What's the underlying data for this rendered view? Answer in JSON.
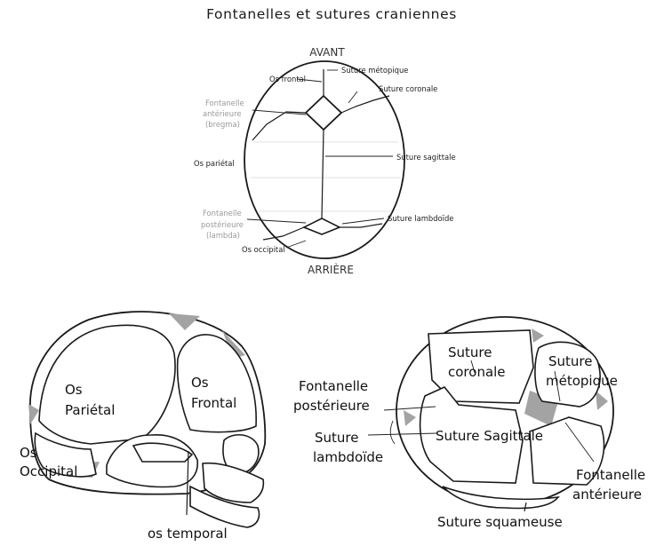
{
  "title": "Fontanelles et sutures craniennes",
  "top_view": {
    "front": "AVANT",
    "back": "ARRIÈRE",
    "labels": {
      "os_frontal": "Os frontal",
      "suture_metopique": "Suture métopique",
      "suture_coronale": "Suture coronale",
      "fontanelle_anterieure": [
        "Fontanelle",
        "antérieure",
        "(bregma)"
      ],
      "os_parietal": "Os pariétal",
      "suture_sagittale": "Suture sagittale",
      "fontanelle_posterieure": [
        "Fontanelle",
        "postérieure",
        "(lambda)"
      ],
      "suture_lambdoide": "Suture lambdoïde",
      "os_occipital": "Os occipital"
    }
  },
  "side_view": {
    "labels": {
      "os_parietal": [
        "Os",
        "Pariétal"
      ],
      "os_frontal": [
        "Os",
        "Frontal"
      ],
      "os_occipital": [
        "Os",
        "Occipital"
      ],
      "os_temporal": "os temporal"
    }
  },
  "back_view": {
    "labels": {
      "suture_coronale": [
        "Suture",
        "coronale"
      ],
      "suture_metopique": [
        "Suture",
        "métopique"
      ],
      "fontanelle_posterieure": [
        "Fontanelle",
        "postérieure"
      ],
      "suture_sagittale": "Suture Sagittale",
      "suture_lambdoide": [
        "Suture",
        "lambdoïde"
      ],
      "fontanelle_anterieure": [
        "Fontanelle",
        "antérieure"
      ],
      "suture_squameuse": "Suture squameuse"
    }
  },
  "colors": {
    "fontanelle": "#a3a3a3",
    "line": "#1a1a1a",
    "faint_text": "#9a9a9a"
  }
}
